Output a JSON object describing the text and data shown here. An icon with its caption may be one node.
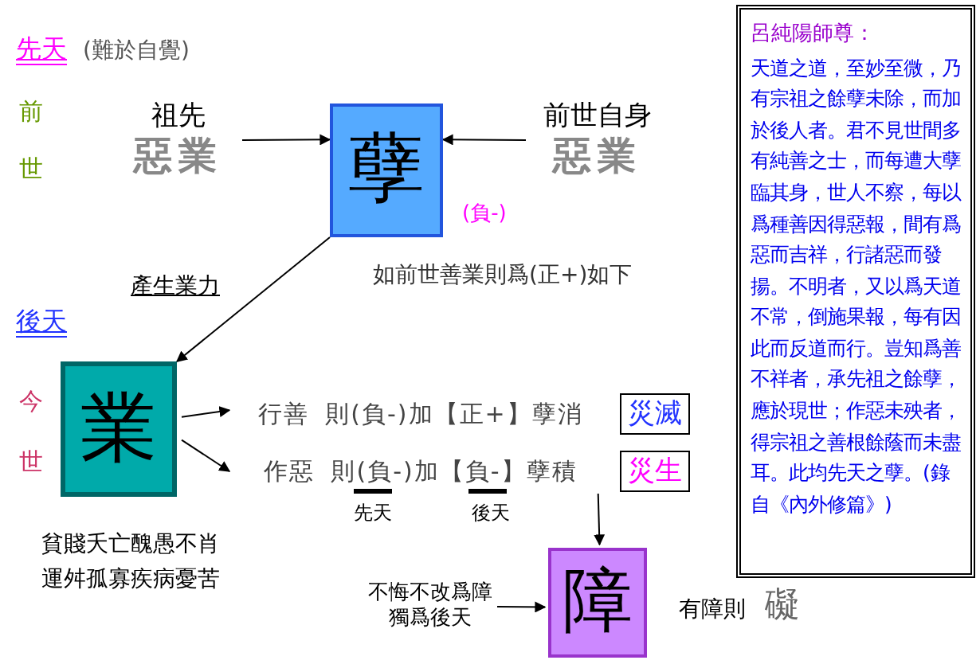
{
  "diagram": {
    "nodes": [
      {
        "text": [
          "孽"
        ]
      },
      {
        "text": [
          "祖先",
          "惡業"
        ]
      },
      {
        "text": [
          "前世自身",
          "惡業"
        ]
      },
      {
        "text": [
          "業"
        ]
      },
      {
        "text": [
          "行善",
          "則(負-)加【正+】孽消"
        ]
      },
      {
        "text": [
          "作惡",
          "則(負-)加【負-】孽積"
        ]
      },
      {
        "text": [
          "災滅"
        ]
      },
      {
        "text": [
          "災生"
        ]
      },
      {
        "text": [
          "障"
        ]
      },
      {
        "text": [
          "不悔不改爲障獨爲後天"
        ]
      },
      {
        "text": [
          "呂純陽師尊：",
          "天道之道，至妙至微，乃有宗祖之餘孽未除，而加於後人者。君不見世間多有純善之士，而每遭大孽臨其身，世人不察，每以爲種善因得惡報，間有爲惡而吉祥，行諸惡而發揚。不明者，又以爲天道不常，倒施果報，每有因此而反道而行。豈知爲善不祥者，承先祖之餘孽，應於現世；作惡未殃者，得宗祖之善根餘蔭而未盡耳。此均先天之孽。(錄自《內外修篇》)"
        ]
      }
    ],
    "edges": [
      {
        "from": 1,
        "to": 0,
        "arrow": "to"
      },
      {
        "from": 2,
        "to": 0,
        "arrow": "to"
      },
      {
        "from": 0,
        "to": 3,
        "arrow": "to",
        "label": "產生業力"
      },
      {
        "from": 3,
        "to": 4,
        "arrow": "to"
      },
      {
        "from": 3,
        "to": 5,
        "arrow": "to"
      },
      {
        "from": 5,
        "to": 8,
        "arrow": "to"
      },
      {
        "from": 9,
        "to": 8,
        "arrow": "to"
      }
    ],
    "labels": [
      "先天",
      "(難於自覺)",
      "前",
      "世",
      "(負-)",
      "如前世善業則爲(正+)如下",
      "後天",
      "今",
      "世",
      "先天",
      "後天",
      "貧賤夭亡醜愚不肖運舛孤寡疾病憂苦",
      "有障則",
      "礙"
    ]
  }
}
